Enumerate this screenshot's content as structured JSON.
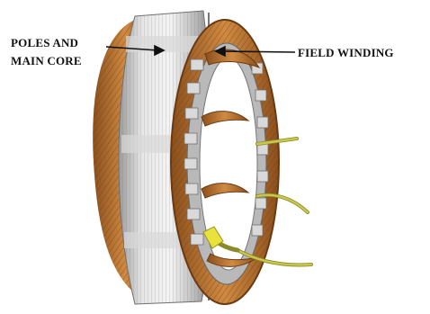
{
  "labels": {
    "poles_line1": "POLES AND",
    "poles_line2": "MAIN CORE",
    "field_winding": "FIELD WINDING"
  },
  "colors": {
    "copper": "#c4803a",
    "copper_dark": "#7a4518",
    "copper_light": "#e0a860",
    "steel": "#c9c9c9",
    "steel_dark": "#8d8d8d",
    "steel_light": "#efefef",
    "lead_wire": "#c8c84a",
    "sleeve": "#e8e23a",
    "arrow": "#111111"
  }
}
